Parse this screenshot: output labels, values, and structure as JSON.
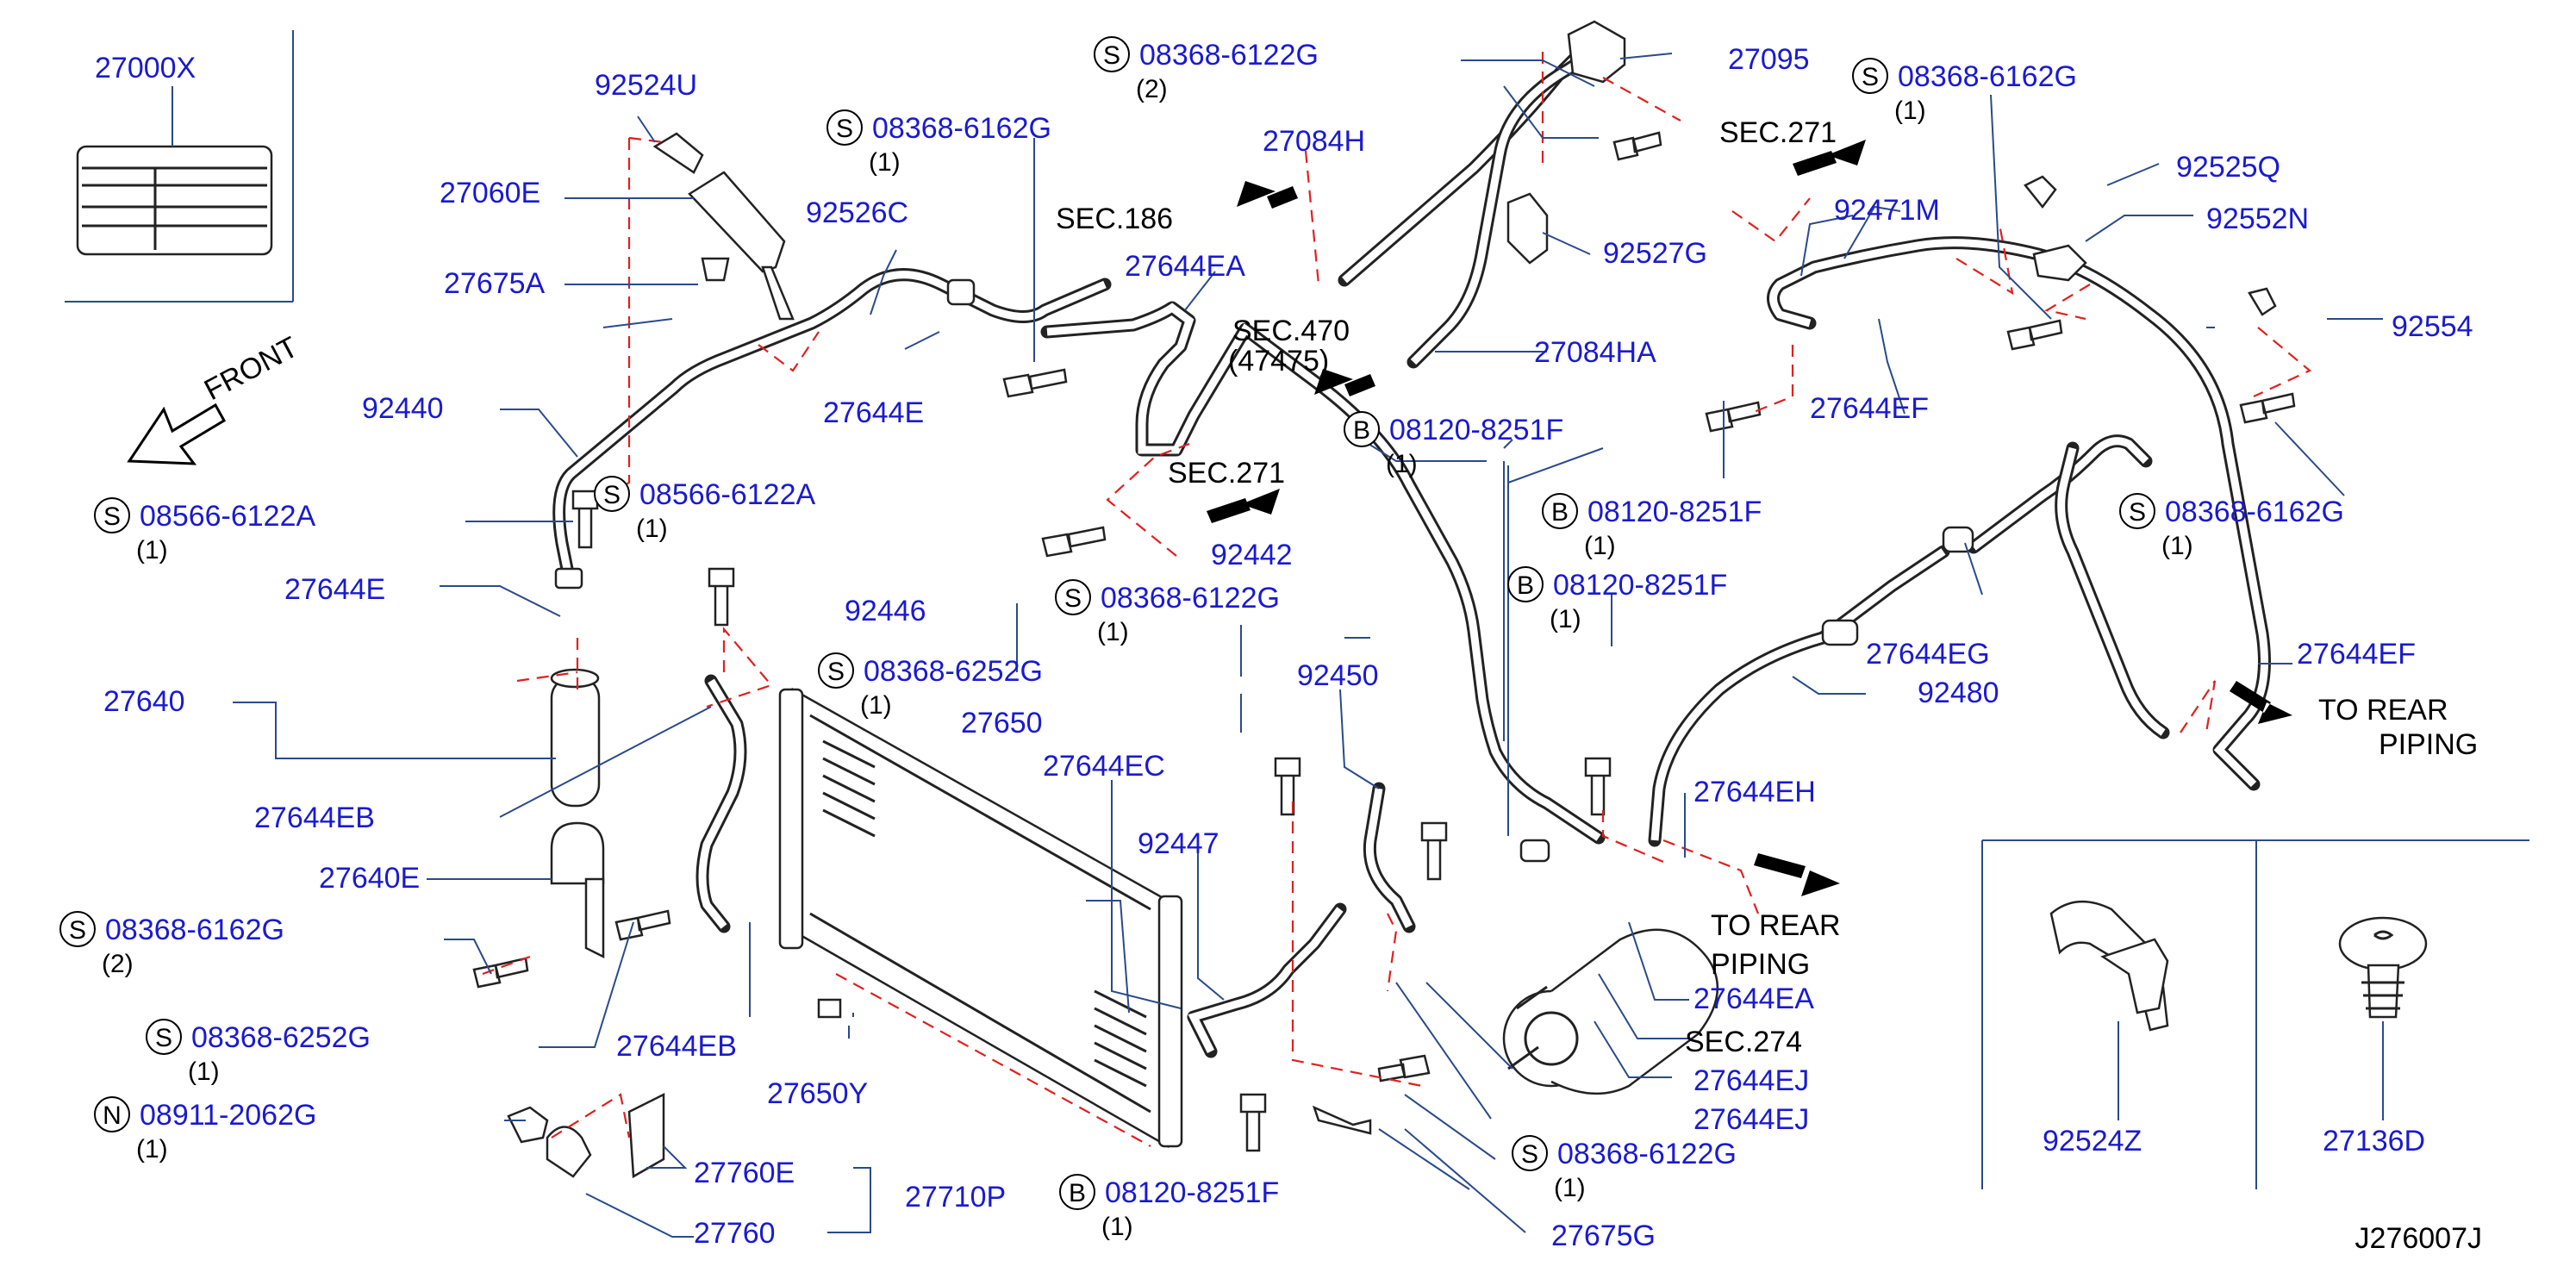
{
  "diagram": {
    "code": "J276007J",
    "parts": [
      {
        "label": "27000X"
      },
      {
        "label": "92524U"
      },
      {
        "label": "27060E"
      },
      {
        "label": "27675A"
      },
      {
        "label": "92526C"
      },
      {
        "label": "27644E"
      },
      {
        "label": "92440"
      },
      {
        "label": "27644E"
      },
      {
        "label": "27640"
      },
      {
        "label": "27644EB"
      },
      {
        "label": "27640E"
      },
      {
        "label": "27644EB"
      },
      {
        "label": "27650Y"
      },
      {
        "label": "27760E"
      },
      {
        "label": "27760"
      },
      {
        "label": "27710P"
      },
      {
        "label": "27650"
      },
      {
        "label": "27644EC"
      },
      {
        "label": "92447"
      },
      {
        "label": "92446"
      },
      {
        "label": "27644EA"
      },
      {
        "label": "92442"
      },
      {
        "label": "27084H"
      },
      {
        "label": "27084HA"
      },
      {
        "label": "27095"
      },
      {
        "label": "92527G"
      },
      {
        "label": "92471M"
      },
      {
        "label": "92525Q"
      },
      {
        "label": "92552N"
      },
      {
        "label": "92554"
      },
      {
        "label": "27644EF"
      },
      {
        "label": "92480"
      },
      {
        "label": "27644EH"
      },
      {
        "label": "27644EA"
      },
      {
        "label": "27644EJ"
      },
      {
        "label": "27644EJ"
      },
      {
        "label": "27675G"
      },
      {
        "label": "92524Z"
      },
      {
        "label": "27136D"
      },
      {
        "label": "92450"
      },
      {
        "label": "27644EG"
      },
      {
        "label": "27644EF"
      }
    ],
    "fasteners": [
      {
        "badge": "S",
        "part": "08368-6122G",
        "qty": "(2)"
      },
      {
        "badge": "S",
        "part": "08368-6162G",
        "qty": "(1)"
      },
      {
        "badge": "S",
        "part": "08368-6162G",
        "qty": "(1)"
      },
      {
        "badge": "S",
        "part": "08566-6122A",
        "qty": "(1)"
      },
      {
        "badge": "S",
        "part": "08566-6122A",
        "qty": "(1)"
      },
      {
        "badge": "S",
        "part": "08368-6252G",
        "qty": "(1)"
      },
      {
        "badge": "S",
        "part": "08368-6162G",
        "qty": "(2)"
      },
      {
        "badge": "S",
        "part": "08368-6252G",
        "qty": "(1)"
      },
      {
        "badge": "N",
        "part": "08911-2062G",
        "qty": "(1)"
      },
      {
        "badge": "S",
        "part": "08368-6122G",
        "qty": "(1)"
      },
      {
        "badge": "B",
        "part": "08120-8251F",
        "qty": "(1)"
      },
      {
        "badge": "B",
        "part": "08120-8251F",
        "qty": "(1)"
      },
      {
        "badge": "B",
        "part": "08120-8251F",
        "qty": "(1)"
      },
      {
        "badge": "B",
        "part": "08120-8251F",
        "qty": "(1)"
      },
      {
        "badge": "S",
        "part": "08368-6162G",
        "qty": "(1)"
      },
      {
        "badge": "S",
        "part": "08368-6122G",
        "qty": "(1)"
      }
    ],
    "sections": [
      {
        "text": "SEC.186"
      },
      {
        "text": "SEC.470"
      },
      {
        "text": "(47475)"
      },
      {
        "text": "SEC.271"
      },
      {
        "text": "SEC.271"
      },
      {
        "text": "SEC.274"
      }
    ],
    "notes": [
      {
        "text": "FRONT"
      },
      {
        "text": "TO  REAR"
      },
      {
        "text": "PIPING"
      },
      {
        "text": "TO  REAR"
      },
      {
        "text": "PIPING"
      }
    ],
    "colors": {
      "label": "#1a1ad0",
      "leader": "#2a4a8a",
      "dashed": "#e02020",
      "line": "#222222"
    },
    "icons": [
      "arrow-icon",
      "front-arrow-icon"
    ]
  }
}
